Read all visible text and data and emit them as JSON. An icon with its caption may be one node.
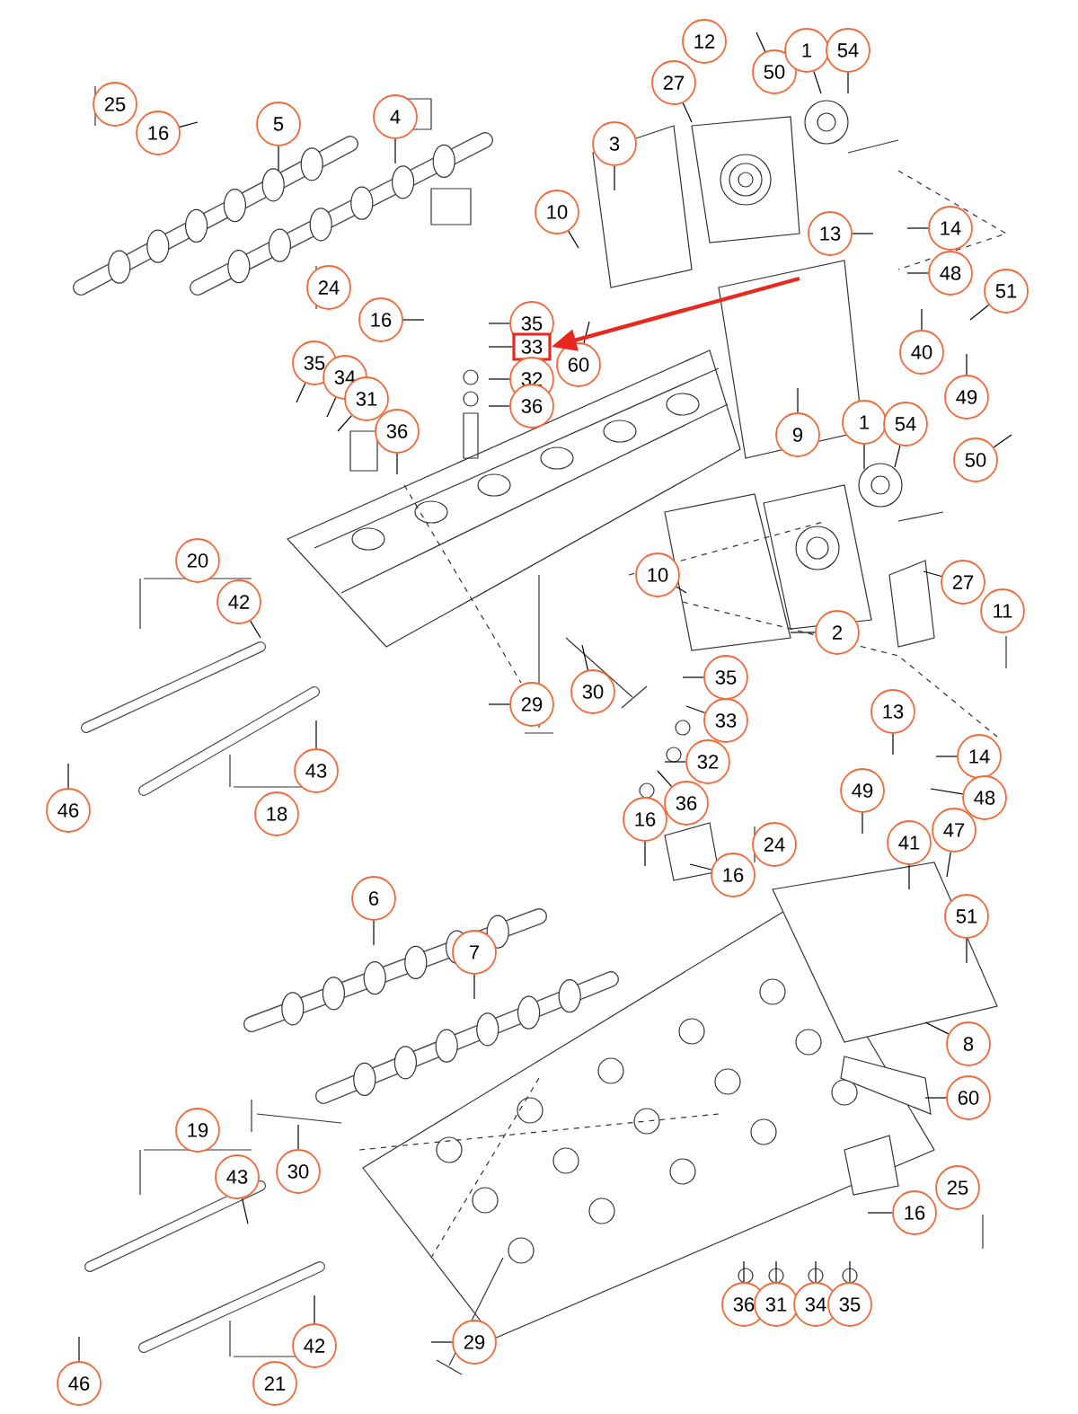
{
  "diagram": {
    "nodes": [
      {
        "text": [
          "25"
        ]
      },
      {
        "text": [
          "16"
        ]
      },
      {
        "text": [
          "5"
        ]
      },
      {
        "text": [
          "4"
        ]
      },
      {
        "text": [
          "12"
        ]
      },
      {
        "text": [
          "27"
        ]
      },
      {
        "text": [
          "50"
        ]
      },
      {
        "text": [
          "1"
        ]
      },
      {
        "text": [
          "54"
        ]
      },
      {
        "text": [
          "3"
        ]
      },
      {
        "text": [
          "10"
        ]
      },
      {
        "text": [
          "13"
        ]
      },
      {
        "text": [
          "14"
        ]
      },
      {
        "text": [
          "48"
        ]
      },
      {
        "text": [
          "51"
        ]
      },
      {
        "text": [
          "24"
        ]
      },
      {
        "text": [
          "16"
        ]
      },
      {
        "text": [
          "35"
        ]
      },
      {
        "text": [
          "33"
        ]
      },
      {
        "text": [
          "60"
        ]
      },
      {
        "text": [
          "35"
        ]
      },
      {
        "text": [
          "34"
        ]
      },
      {
        "text": [
          "31"
        ]
      },
      {
        "text": [
          "36"
        ]
      },
      {
        "text": [
          "32"
        ]
      },
      {
        "text": [
          "36"
        ]
      },
      {
        "text": [
          "40"
        ]
      },
      {
        "text": [
          "49"
        ]
      },
      {
        "text": [
          "9"
        ]
      },
      {
        "text": [
          "1"
        ]
      },
      {
        "text": [
          "54"
        ]
      },
      {
        "text": [
          "50"
        ]
      },
      {
        "text": [
          "20"
        ]
      },
      {
        "text": [
          "42"
        ]
      },
      {
        "text": [
          "10"
        ]
      },
      {
        "text": [
          "27"
        ]
      },
      {
        "text": [
          "11"
        ]
      },
      {
        "text": [
          "2"
        ]
      },
      {
        "text": [
          "30"
        ]
      },
      {
        "text": [
          "29"
        ]
      },
      {
        "text": [
          "35"
        ]
      },
      {
        "text": [
          "13"
        ]
      },
      {
        "text": [
          "33"
        ]
      },
      {
        "text": [
          "14"
        ]
      },
      {
        "text": [
          "32"
        ]
      },
      {
        "text": [
          "43"
        ]
      },
      {
        "text": [
          "36"
        ]
      },
      {
        "text": [
          "49"
        ]
      },
      {
        "text": [
          "48"
        ]
      },
      {
        "text": [
          "46"
        ]
      },
      {
        "text": [
          "18"
        ]
      },
      {
        "text": [
          "16"
        ]
      },
      {
        "text": [
          "24"
        ]
      },
      {
        "text": [
          "41"
        ]
      },
      {
        "text": [
          "47"
        ]
      },
      {
        "text": [
          "16"
        ]
      },
      {
        "text": [
          "6"
        ]
      },
      {
        "text": [
          "51"
        ]
      },
      {
        "text": [
          "7"
        ]
      },
      {
        "text": [
          "8"
        ]
      },
      {
        "text": [
          "60"
        ]
      },
      {
        "text": [
          "19"
        ]
      },
      {
        "text": [
          "30"
        ]
      },
      {
        "text": [
          "43"
        ]
      },
      {
        "text": [
          "25"
        ]
      },
      {
        "text": [
          "16"
        ]
      },
      {
        "text": [
          "36"
        ]
      },
      {
        "text": [
          "31"
        ]
      },
      {
        "text": [
          "34"
        ]
      },
      {
        "text": [
          "35"
        ]
      },
      {
        "text": [
          "42"
        ]
      },
      {
        "text": [
          "29"
        ]
      },
      {
        "text": [
          "46"
        ]
      },
      {
        "text": [
          "21"
        ]
      }
    ],
    "edges": [
      {
        "from": 1,
        "to": null,
        "arrow": "none"
      },
      {
        "from": 2,
        "to": null,
        "arrow": "none"
      },
      {
        "from": 3,
        "to": null,
        "arrow": "none"
      },
      {
        "from": 5,
        "to": null,
        "arrow": "none"
      },
      {
        "from": 6,
        "to": null,
        "arrow": "none"
      },
      {
        "from": 7,
        "to": null,
        "arrow": "none"
      },
      {
        "from": 8,
        "to": null,
        "arrow": "none"
      },
      {
        "from": 9,
        "to": null,
        "arrow": "none"
      },
      {
        "from": 10,
        "to": null,
        "arrow": "none"
      },
      {
        "from": 11,
        "to": null,
        "arrow": "none"
      },
      {
        "from": 12,
        "to": null,
        "arrow": "none"
      },
      {
        "from": 13,
        "to": null,
        "arrow": "none"
      },
      {
        "from": 14,
        "to": null,
        "arrow": "none"
      },
      {
        "from": 16,
        "to": null,
        "arrow": "none"
      },
      {
        "from": 17,
        "to": null,
        "arrow": "none"
      },
      {
        "from": 18,
        "to": null,
        "arrow": "none"
      },
      {
        "from": 19,
        "to": null,
        "arrow": "none"
      },
      {
        "from": 20,
        "to": null,
        "arrow": "none"
      },
      {
        "from": 21,
        "to": null,
        "arrow": "none"
      },
      {
        "from": 22,
        "to": null,
        "arrow": "none"
      },
      {
        "from": 23,
        "to": null,
        "arrow": "none"
      },
      {
        "from": 24,
        "to": null,
        "arrow": "none"
      },
      {
        "from": 25,
        "to": null,
        "arrow": "none"
      },
      {
        "from": 26,
        "to": null,
        "arrow": "none"
      },
      {
        "from": 27,
        "to": null,
        "arrow": "none"
      },
      {
        "from": 28,
        "to": null,
        "arrow": "none"
      },
      {
        "from": 29,
        "to": null,
        "arrow": "none"
      },
      {
        "from": 30,
        "to": null,
        "arrow": "none"
      },
      {
        "from": 31,
        "to": null,
        "arrow": "none"
      },
      {
        "from": 33,
        "to": null,
        "arrow": "none"
      },
      {
        "from": 34,
        "to": null,
        "arrow": "none"
      },
      {
        "from": 35,
        "to": null,
        "arrow": "none"
      },
      {
        "from": 37,
        "to": null,
        "arrow": "none"
      },
      {
        "from": 38,
        "to": null,
        "arrow": "none"
      },
      {
        "from": 39,
        "to": null,
        "arrow": "none"
      },
      {
        "from": 40,
        "to": null,
        "arrow": "none"
      },
      {
        "from": 41,
        "to": null,
        "arrow": "none"
      },
      {
        "from": 42,
        "to": null,
        "arrow": "none"
      },
      {
        "from": 43,
        "to": null,
        "arrow": "none"
      },
      {
        "from": 44,
        "to": null,
        "arrow": "none"
      },
      {
        "from": 45,
        "to": null,
        "arrow": "none"
      },
      {
        "from": 46,
        "to": null,
        "arrow": "none"
      },
      {
        "from": 47,
        "to": null,
        "arrow": "none"
      },
      {
        "from": 48,
        "to": null,
        "arrow": "none"
      },
      {
        "from": 49,
        "to": null,
        "arrow": "none"
      },
      {
        "from": 51,
        "to": null,
        "arrow": "none"
      },
      {
        "from": 53,
        "to": null,
        "arrow": "none"
      },
      {
        "from": 54,
        "to": null,
        "arrow": "none"
      },
      {
        "from": 55,
        "to": null,
        "arrow": "none"
      },
      {
        "from": 56,
        "to": null,
        "arrow": "none"
      },
      {
        "from": 57,
        "to": null,
        "arrow": "none"
      },
      {
        "from": 58,
        "to": null,
        "arrow": "none"
      },
      {
        "from": 59,
        "to": null,
        "arrow": "none"
      },
      {
        "from": 60,
        "to": null,
        "arrow": "none"
      },
      {
        "from": 62,
        "to": null,
        "arrow": "none"
      },
      {
        "from": 63,
        "to": null,
        "arrow": "none"
      },
      {
        "from": 65,
        "to": null,
        "arrow": "none"
      },
      {
        "from": 66,
        "to": null,
        "arrow": "none"
      },
      {
        "from": 67,
        "to": null,
        "arrow": "none"
      },
      {
        "from": 68,
        "to": null,
        "arrow": "none"
      },
      {
        "from": 69,
        "to": null,
        "arrow": "none"
      },
      {
        "from": 70,
        "to": null,
        "arrow": "none"
      },
      {
        "from": 71,
        "to": null,
        "arrow": "none"
      },
      {
        "from": 72,
        "to": null,
        "arrow": "none"
      },
      {
        "from": null,
        "to": 18,
        "arrow": "to",
        "style": "thick",
        "color": "#e8281e"
      }
    ]
  }
}
